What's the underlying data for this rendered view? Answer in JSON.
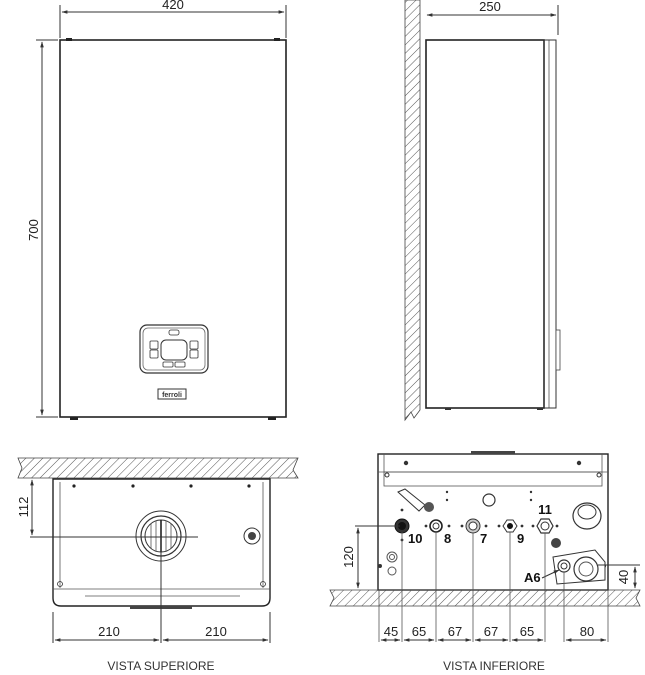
{
  "front_view": {
    "width_label": "420",
    "height_label": "700",
    "brand_label": "ferroli"
  },
  "side_view": {
    "depth_label": "250"
  },
  "top_view": {
    "caption": "VISTA SUPERIORE",
    "depth_to_flue_label": "112",
    "left_half_label": "210",
    "right_half_label": "210"
  },
  "bottom_view": {
    "caption": "VISTA INFERIORE",
    "height_label": "120",
    "a6_height_label": "40",
    "connections": [
      {
        "id": "10"
      },
      {
        "id": "8"
      },
      {
        "id": "7"
      },
      {
        "id": "9"
      },
      {
        "id": "11"
      },
      {
        "id": "A6"
      }
    ],
    "spacings": [
      "45",
      "65",
      "67",
      "67",
      "65",
      "80"
    ]
  },
  "colors": {
    "line": "#333333",
    "hatch": "#555555",
    "background": "#ffffff"
  }
}
